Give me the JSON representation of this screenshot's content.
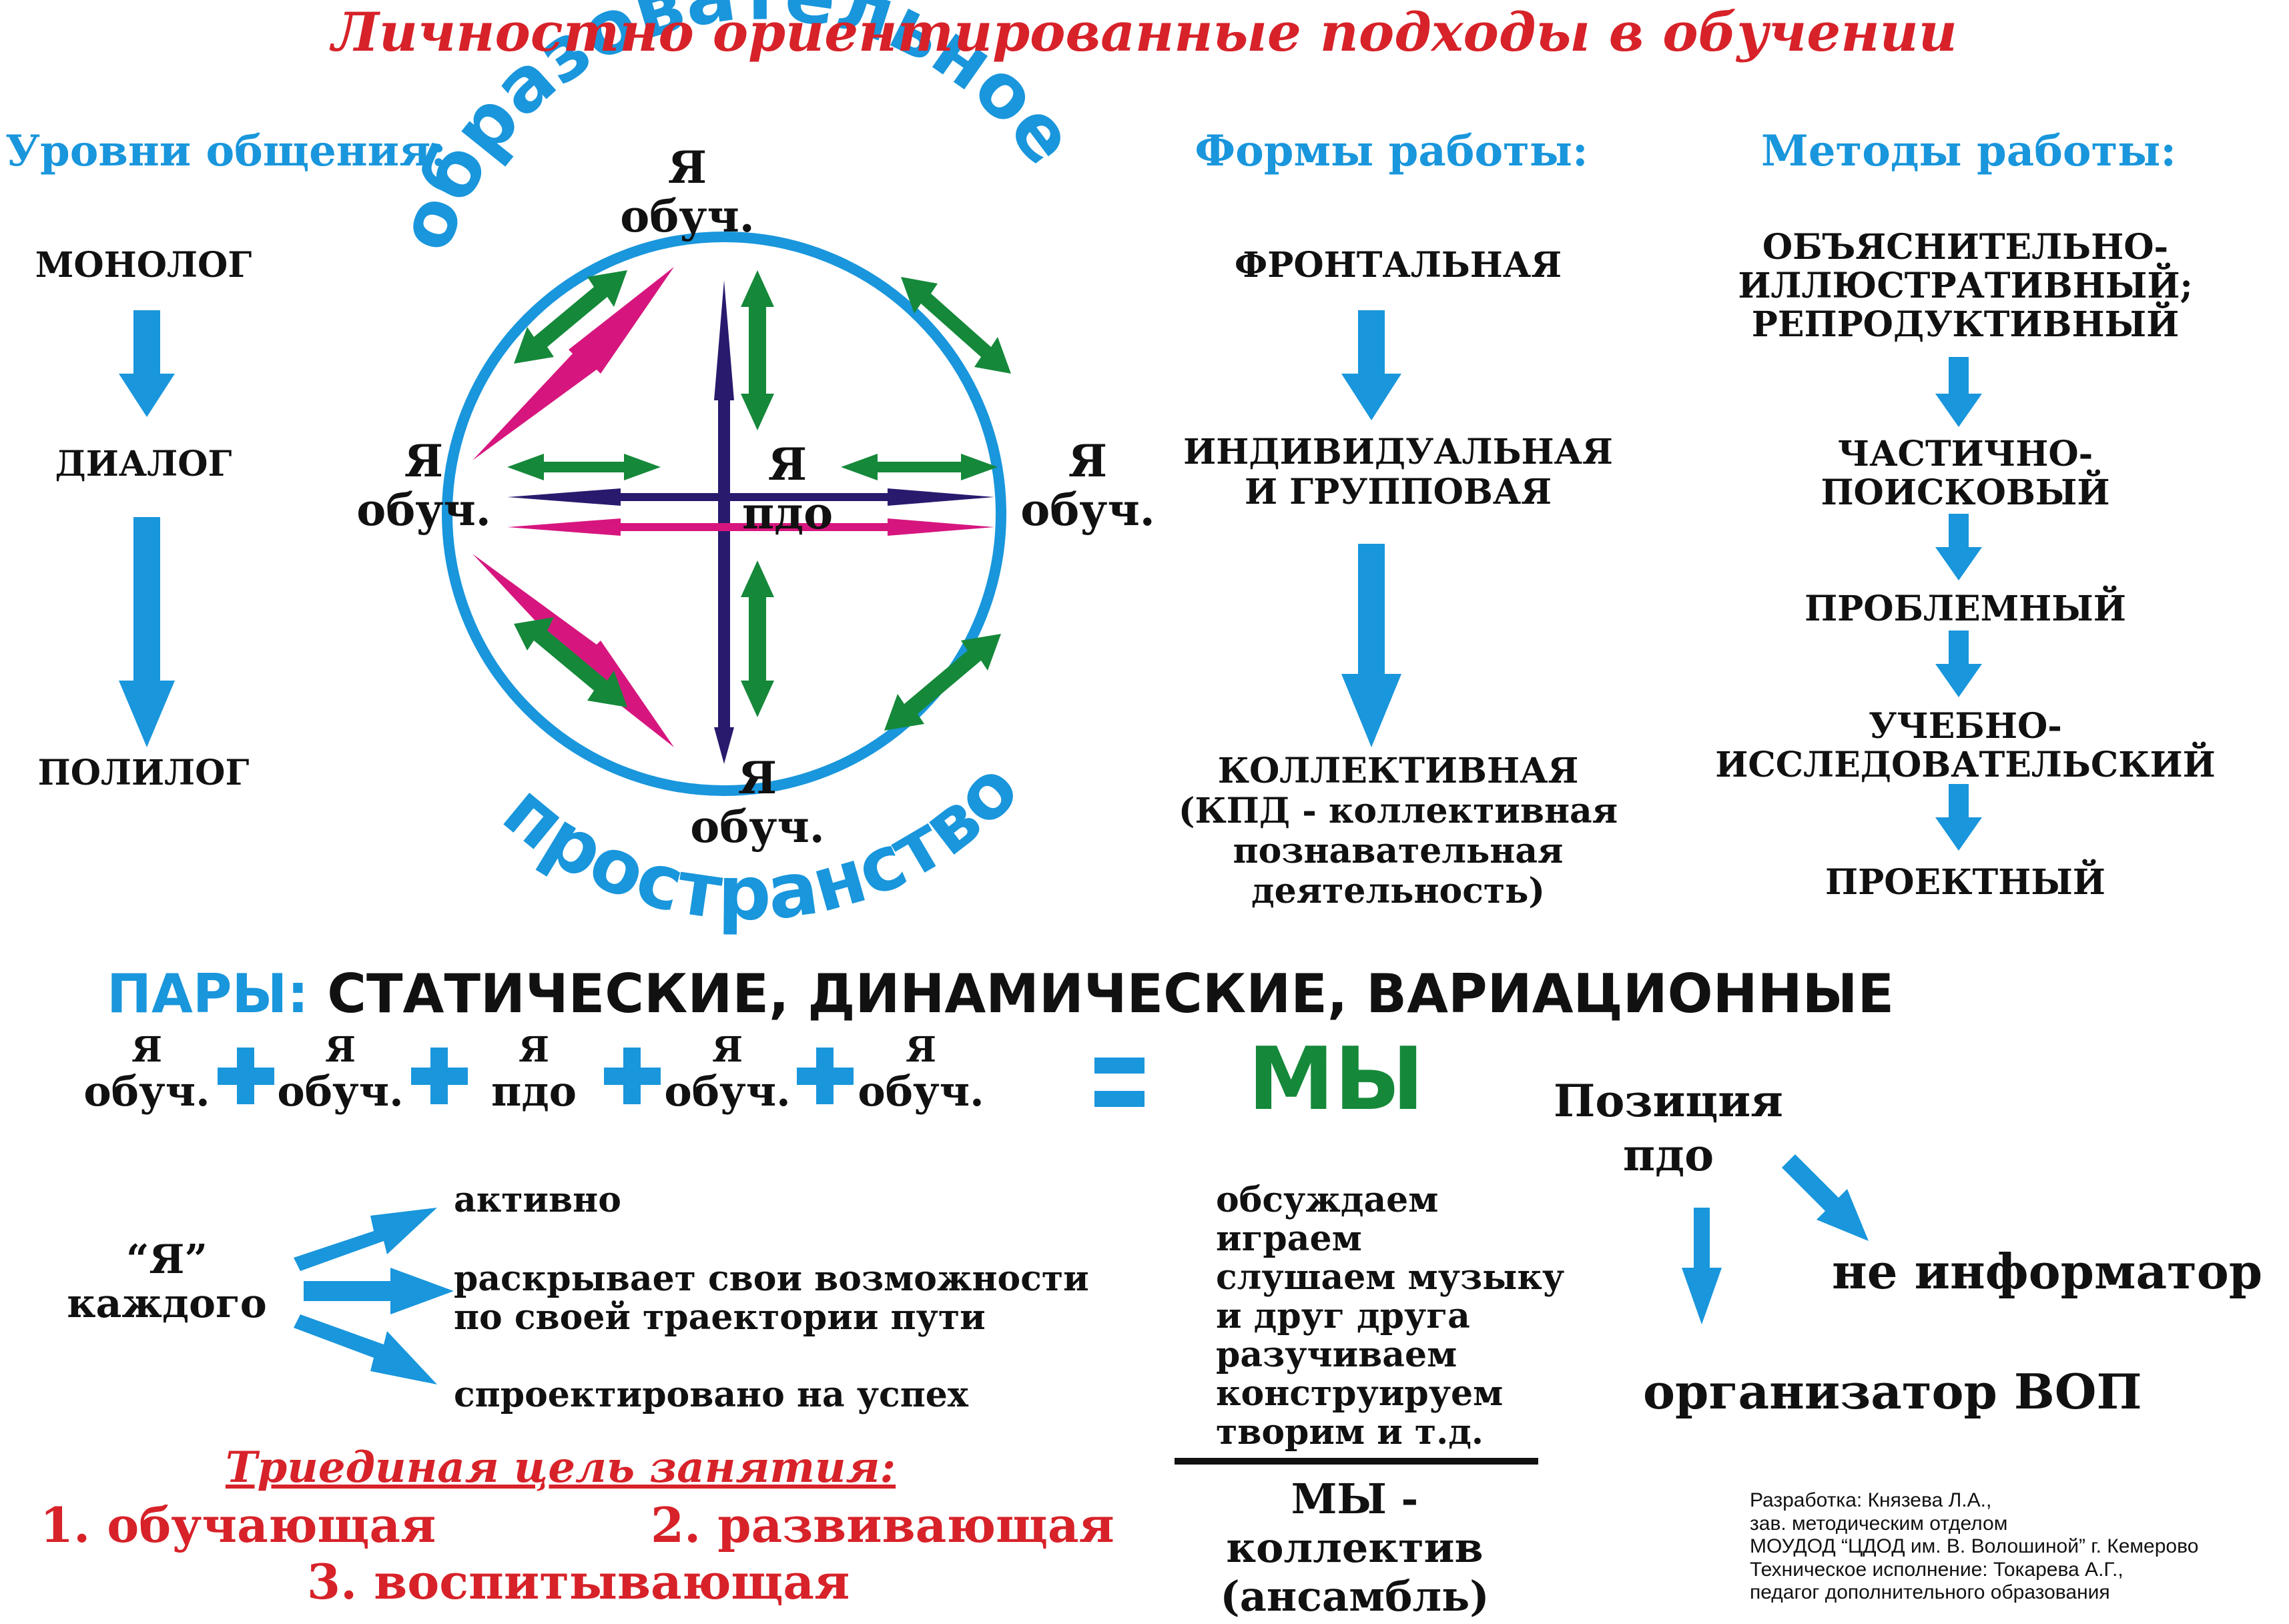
{
  "title": "Личностно ориентированные подходы в обучении",
  "levels": {
    "heading": "Уровни общения:",
    "items": [
      "МОНОЛОГ",
      "ДИАЛОГ",
      "ПОЛИЛОГ"
    ]
  },
  "circle": {
    "arc_top": "образовательное",
    "arc_bottom": "пространство",
    "node_top": [
      "Я",
      "обуч."
    ],
    "node_left": [
      "Я",
      "обуч."
    ],
    "node_right": [
      "Я",
      "обуч."
    ],
    "node_bottom": [
      "Я",
      "обуч."
    ],
    "node_center": [
      "Я",
      "пдо"
    ]
  },
  "forms": {
    "heading": "Формы работы:",
    "items": [
      "ФРОНТАЛЬНАЯ",
      "ИНДИВИДУАЛЬНАЯ",
      "И ГРУППОВАЯ",
      "КОЛЛЕКТИВНАЯ",
      "(КПД - коллективная",
      "познавательная",
      "деятельность)"
    ]
  },
  "methods": {
    "heading": "Методы работы:",
    "items": [
      "ОБЪЯСНИТЕЛЬНО-",
      "ИЛЛЮСТРАТИВНЫЙ;",
      "РЕПРОДУКТИВНЫЙ",
      "ЧАСТИЧНО-",
      "ПОИСКОВЫЙ",
      "ПРОБЛЕМНЫЙ",
      "УЧЕБНО-",
      "ИССЛЕДОВАТЕЛЬСКИЙ",
      "ПРОЕКТНЫЙ"
    ]
  },
  "pairs": {
    "label": "ПАРЫ:",
    "text": "СТАТИЧЕСКИЕ, ДИНАМИЧЕСКИЕ, ВАРИАЦИОННЫЕ"
  },
  "equation": {
    "terms": [
      {
        "top": "Я",
        "bottom": "обуч."
      },
      {
        "top": "Я",
        "bottom": "обуч."
      },
      {
        "top": "Я",
        "bottom": "пдо"
      },
      {
        "top": "Я",
        "bottom": "обуч."
      },
      {
        "top": "Я",
        "bottom": "обуч."
      }
    ],
    "plus": "+",
    "equals": "=",
    "result": "МЫ"
  },
  "each": {
    "label_line1": "“Я”",
    "label_line2": "каждого",
    "items": [
      "активно",
      "раскрывает свои возможности",
      "по своей траектории пути",
      "спроектировано на успех"
    ]
  },
  "activities": {
    "items": [
      "обсуждаем",
      "играем",
      "слушаем музыку",
      "и друг друга",
      "разучиваем",
      "конструируем",
      "творим и т.д."
    ],
    "below": [
      "МЫ -",
      "коллектив",
      "(ансамбль)"
    ]
  },
  "position": {
    "label_line1": "Позиция",
    "label_line2": "пдо",
    "not": "не информатор",
    "is": "организатор ВОП"
  },
  "goal": {
    "heading": "Триединая цель занятия:",
    "item1": "1. обучающая",
    "item2": "2. развивающая",
    "item3": "3. воспитывающая"
  },
  "credits": {
    "lines": [
      "Разработка: Князева Л.А.,",
      "зав. методическим отделом",
      "МОУДОД “ЦДОД им. В. Волошиной” г. Кемерово",
      "Техническое исполнение: Токарева А.Г.,",
      "педагог дополнительного образования"
    ]
  },
  "colors": {
    "title_red": "#d72229",
    "accent_blue": "#1996dc",
    "arrow_green": "#15883a",
    "arrow_navy": "#2a1a6e",
    "arrow_magenta": "#d6167e"
  }
}
